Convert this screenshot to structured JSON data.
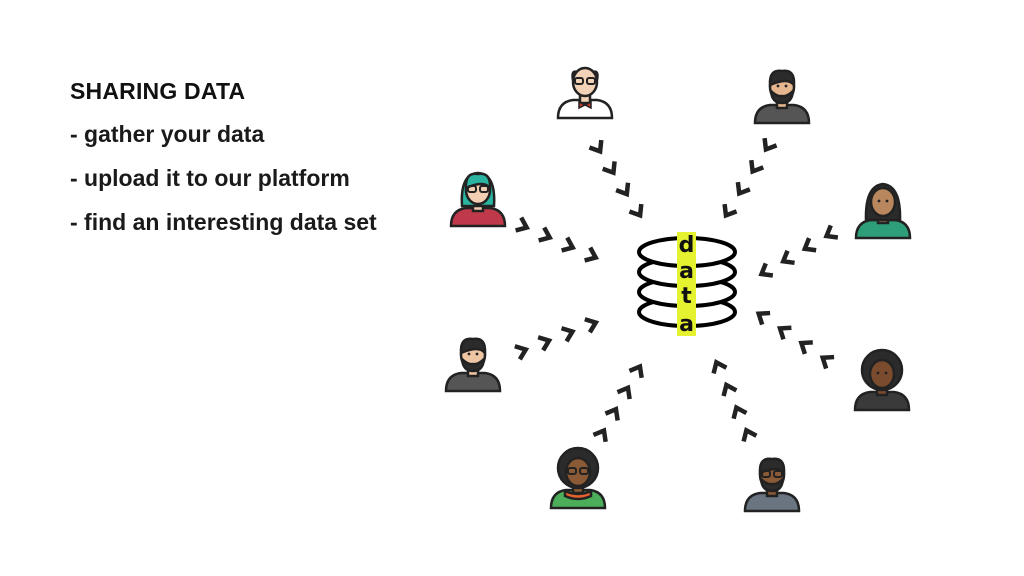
{
  "slide": {
    "title": "SHARING DATA",
    "bullets": [
      "- gather your data",
      "- upload it to our platform",
      "- find an interesting data set"
    ]
  },
  "database": {
    "label_letters": [
      "d",
      "a",
      "t",
      "a"
    ],
    "highlight_color": "#e5f230"
  },
  "people": [
    {
      "name": "person-bald-glasses-bowtie-avatar",
      "skin": "#f2d3b8",
      "hair": "#d9d9d9",
      "shirt": "#ffffff",
      "accent": "#c0392b",
      "glasses": true
    },
    {
      "name": "person-dark-hair-beard-avatar",
      "skin": "#e6b68e",
      "hair": "#2b2b2b",
      "shirt": "#555555",
      "accent": "#444444",
      "glasses": false
    },
    {
      "name": "person-teal-hair-glasses-avatar",
      "skin": "#f2cfb3",
      "hair": "#2bb4a0",
      "shirt": "#c0394b",
      "accent": "#c0394b",
      "glasses": true
    },
    {
      "name": "person-hijab-avatar",
      "skin": "#b8875e",
      "hair": "#2b2b2b",
      "shirt": "#2e9e7a",
      "accent": "#2e9e7a",
      "glasses": false
    },
    {
      "name": "person-beard-grey-shirt-avatar",
      "skin": "#eec6a4",
      "hair": "#2b2b2b",
      "shirt": "#555555",
      "accent": "#444444",
      "glasses": false
    },
    {
      "name": "person-afro-hair-avatar",
      "skin": "#7a4b2c",
      "hair": "#2b2b2b",
      "shirt": "#3a3a3a",
      "accent": "#3a3a3a",
      "glasses": false
    },
    {
      "name": "person-curly-hair-scarf-avatar",
      "skin": "#8a5a36",
      "hair": "#2b2b2b",
      "shirt": "#4cae5a",
      "accent": "#e8622d",
      "glasses": true
    },
    {
      "name": "person-beard-glasses-avatar",
      "skin": "#8a5a36",
      "hair": "#2b2b2b",
      "shirt": "#6b7582",
      "accent": "#6b7582",
      "glasses": true
    }
  ]
}
